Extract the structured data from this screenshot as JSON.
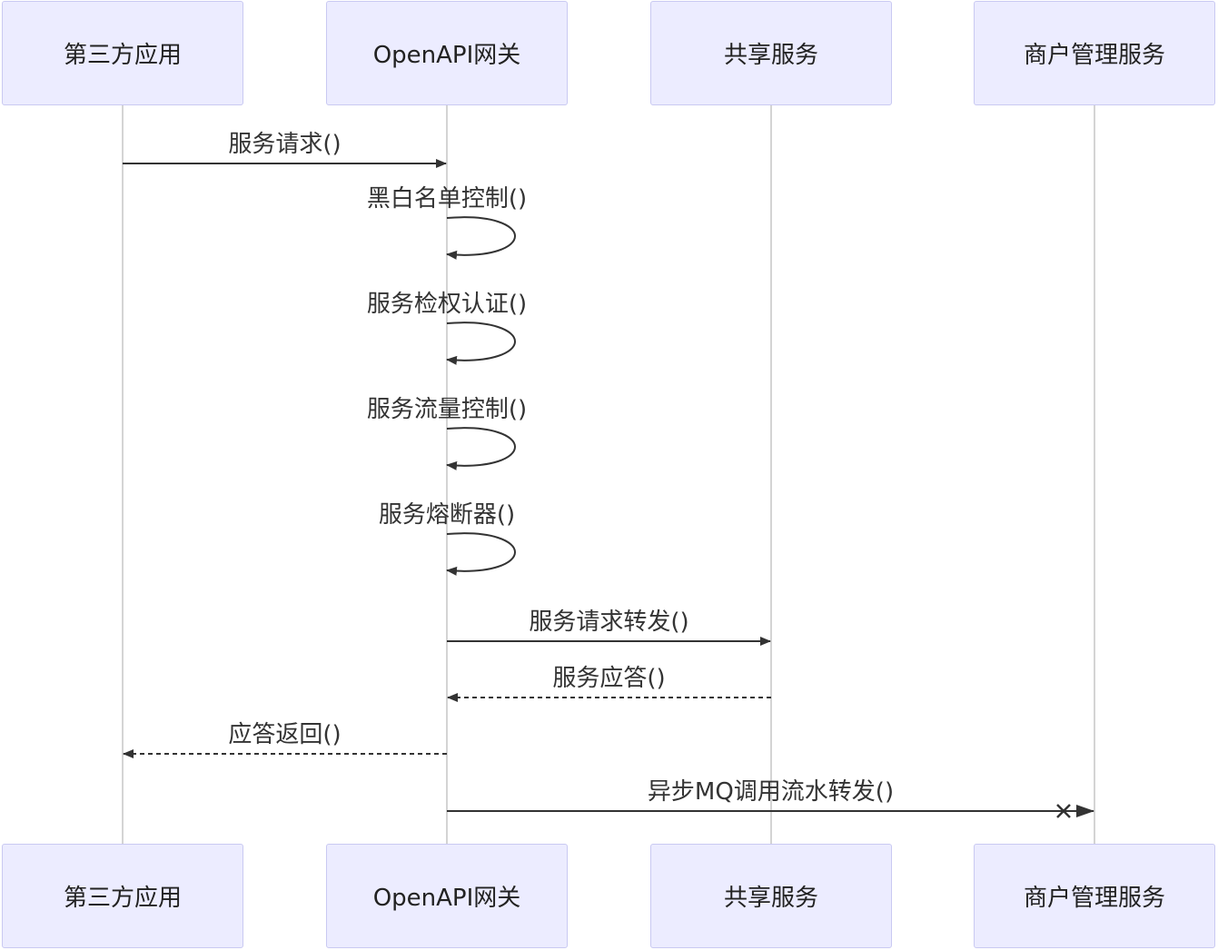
{
  "actors": [
    {
      "id": "third_party",
      "label": "第三方应用"
    },
    {
      "id": "gateway",
      "label": "OpenAPI网关"
    },
    {
      "id": "shared",
      "label": "共享服务"
    },
    {
      "id": "merchant",
      "label": "商户管理服务"
    }
  ],
  "messages": [
    {
      "from": "third_party",
      "to": "gateway",
      "label": "服务请求()",
      "style": "solid"
    },
    {
      "from": "gateway",
      "to": "gateway",
      "label": "黑白名单控制()",
      "style": "self"
    },
    {
      "from": "gateway",
      "to": "gateway",
      "label": "服务检权认证()",
      "style": "self"
    },
    {
      "from": "gateway",
      "to": "gateway",
      "label": "服务流量控制()",
      "style": "self"
    },
    {
      "from": "gateway",
      "to": "gateway",
      "label": "服务熔断器()",
      "style": "self"
    },
    {
      "from": "gateway",
      "to": "shared",
      "label": "服务请求转发()",
      "style": "solid"
    },
    {
      "from": "shared",
      "to": "gateway",
      "label": "服务应答()",
      "style": "dashed"
    },
    {
      "from": "gateway",
      "to": "third_party",
      "label": "应答返回()",
      "style": "dashed"
    },
    {
      "from": "gateway",
      "to": "merchant",
      "label": "异步MQ调用流水转发()",
      "style": "async"
    }
  ]
}
